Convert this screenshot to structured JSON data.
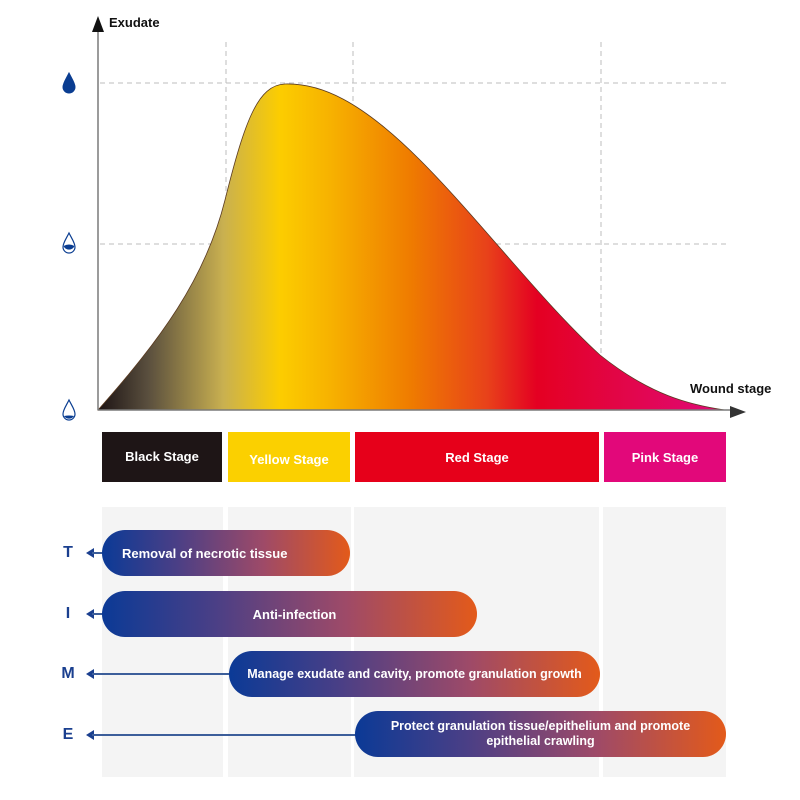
{
  "chart": {
    "y_axis_label": "Exudate",
    "x_axis_label": "Wound stage",
    "y_levels": [
      {
        "name": "high",
        "icon": "water-drop-full-icon"
      },
      {
        "name": "medium",
        "icon": "water-drop-half-icon"
      },
      {
        "name": "low",
        "icon": "water-drop-low-icon"
      }
    ]
  },
  "stages": [
    {
      "label": "Black Stage",
      "color": "#1e1516"
    },
    {
      "label": "Yellow Stage",
      "color": "#fbd000"
    },
    {
      "label": "Red Stage",
      "color": "#e6001a"
    },
    {
      "label": "Pink Stage",
      "color": "#e2087a"
    }
  ],
  "time_rows": [
    {
      "letter": "T",
      "label": "Removal of necrotic tissue"
    },
    {
      "letter": "I",
      "label": "Anti-infection"
    },
    {
      "letter": "M",
      "label": "Manage exudate and cavity, promote granulation growth"
    },
    {
      "letter": "E",
      "label": "Protect granulation tissue/epithelium and promote epithelial crawling"
    }
  ],
  "colors": {
    "pill_start": "#0b3a96",
    "pill_end": "#e35a1a",
    "letter": "#1a3f8f",
    "drop": "#0a3d91"
  }
}
